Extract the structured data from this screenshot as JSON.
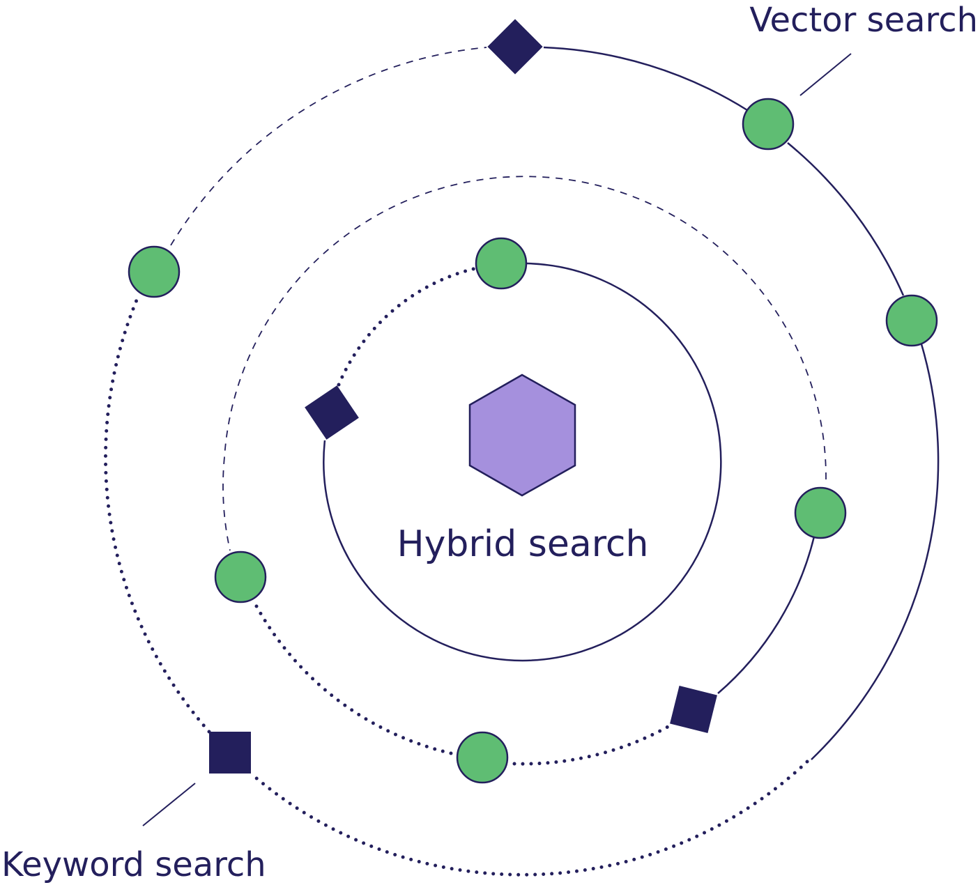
{
  "diagram": {
    "center_label": "Hybrid search",
    "vector_label": "Vector search",
    "keyword_label": "Keyword search",
    "colors": {
      "ink": "#231f5c",
      "node_green": "#5fbd73",
      "hexagon_purple": "#a590dd",
      "background": "#ffffff"
    },
    "legend": {
      "solid_line": "vector-search",
      "dotted_line": "keyword-search"
    }
  }
}
